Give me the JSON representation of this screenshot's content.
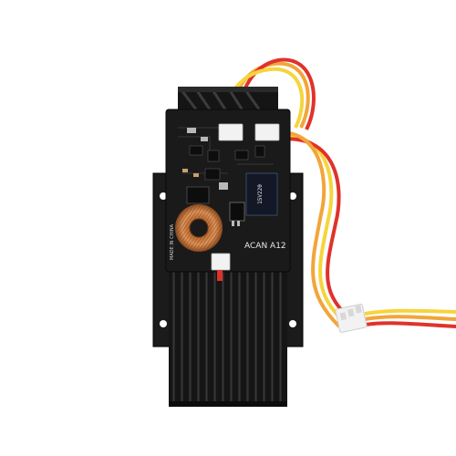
{
  "board": {
    "model_label": "ACAN A12",
    "silk_text_left": "MADE IN CHINA",
    "inductor_label": "15V220"
  },
  "colors": {
    "background": "#ffffff",
    "pcb": "#1a1a1a",
    "heatsink": "#202020",
    "copper_coil": "#c8743a",
    "wire_red": "#e0322b",
    "wire_orange": "#f2a53a",
    "wire_yellow": "#f5d53c",
    "connector_white": "#f2f2f2"
  },
  "icons": [
    "laser-module",
    "cooling-fan",
    "toroidal-inductor",
    "jst-connector"
  ]
}
